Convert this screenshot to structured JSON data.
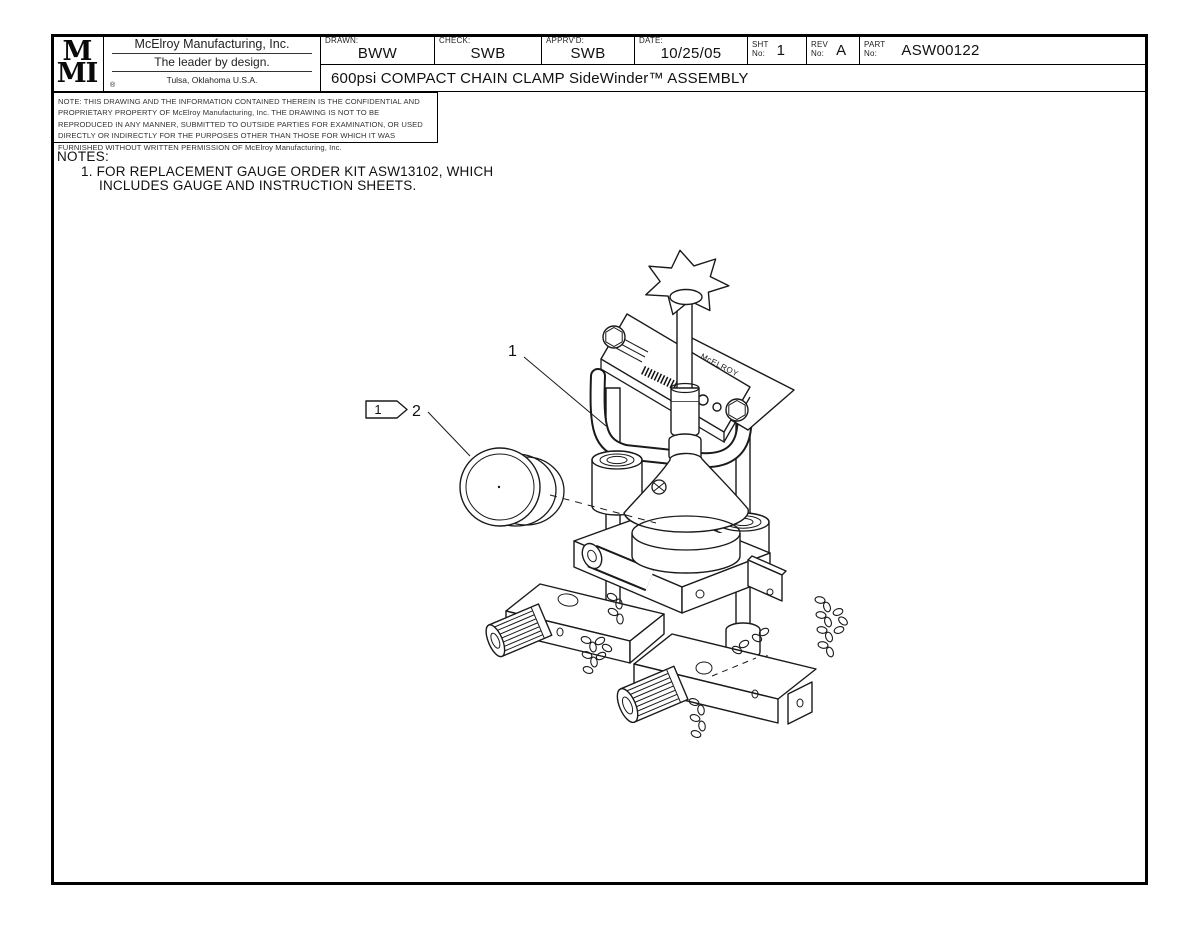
{
  "title_block": {
    "logo": {
      "line1": "M",
      "line2": "MI",
      "registered": "®"
    },
    "company": {
      "name": "McElroy Manufacturing, Inc.",
      "tagline": "The leader by design.",
      "location": "Tulsa, Oklahoma U.S.A."
    },
    "fields": [
      {
        "label": "DRAWN:",
        "value": "BWW"
      },
      {
        "label": "CHECK:",
        "value": "SWB"
      },
      {
        "label": "APPRV'D:",
        "value": "SWB"
      },
      {
        "label": "DATE:",
        "value": "10/25/05"
      },
      {
        "label": "SHT\nNo:",
        "value": "1"
      },
      {
        "label": "REV\nNo:",
        "value": "A"
      },
      {
        "label": "PART\nNo:",
        "value": "ASW00122"
      }
    ],
    "drawing_title": "600psi COMPACT CHAIN CLAMP SideWinder™ ASSEMBLY"
  },
  "confidentiality_note": "NOTE: THIS DRAWING AND THE INFORMATION CONTAINED THEREIN IS THE CONFIDENTIAL AND PROPRIETARY PROPERTY OF McElroy Manufacturing, Inc. THE DRAWING IS NOT TO BE REPRODUCED IN ANY MANNER, SUBMITTED TO OUTSIDE PARTIES FOR EXAMINATION, OR USED DIRECTLY OR INDIRECTLY FOR THE PURPOSES OTHER THAN THOSE FOR WHICH IT WAS FURNISHED WITHOUT WRITTEN PERMISSION OF McElroy Manufacturing, Inc.",
  "notes": {
    "heading": "NOTES:",
    "item1_line1": "1. FOR REPLACEMENT GAUGE ORDER KIT ASW13102, WHICH",
    "item1_line2": "INCLUDES GAUGE AND INSTRUCTION SHEETS."
  },
  "drawing": {
    "callout_1": "1",
    "flag_note": "1",
    "callout_2": "2",
    "engraving": "McELROY"
  }
}
